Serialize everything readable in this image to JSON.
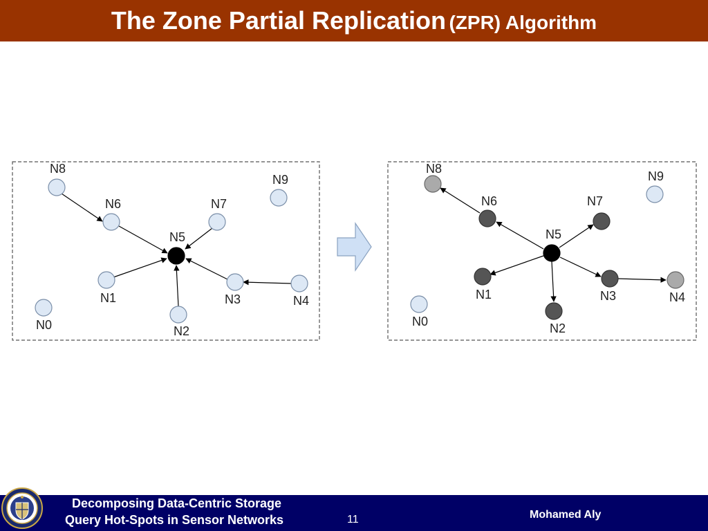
{
  "slide": {
    "title_main": "The Zone Partial Replication",
    "title_sub": "(ZPR) Algorithm"
  },
  "left_diagram": {
    "node_labels": [
      "N0",
      "N1",
      "N2",
      "N3",
      "N4",
      "N5",
      "N6",
      "N7",
      "N8",
      "N9"
    ]
  },
  "right_diagram": {
    "node_labels": [
      "N0",
      "N1",
      "N2",
      "N3",
      "N4",
      "N5",
      "N6",
      "N7",
      "N8",
      "N9"
    ]
  },
  "colors": {
    "title_bar": "#993300",
    "footer_bar": "#000066",
    "node_light": "#dde8f5",
    "node_center": "#000000",
    "node_dark": "#555555",
    "node_gray": "#aaaaaa",
    "transition_arrow": "#cfe0f5"
  },
  "icons": {
    "transition": "right-arrow-icon",
    "logo": "university-seal-icon"
  },
  "footer": {
    "line1": "Decomposing Data-Centric Storage",
    "line2": "Query Hot-Spots in Sensor Networks",
    "page_number": "11",
    "author": "Mohamed Aly"
  }
}
